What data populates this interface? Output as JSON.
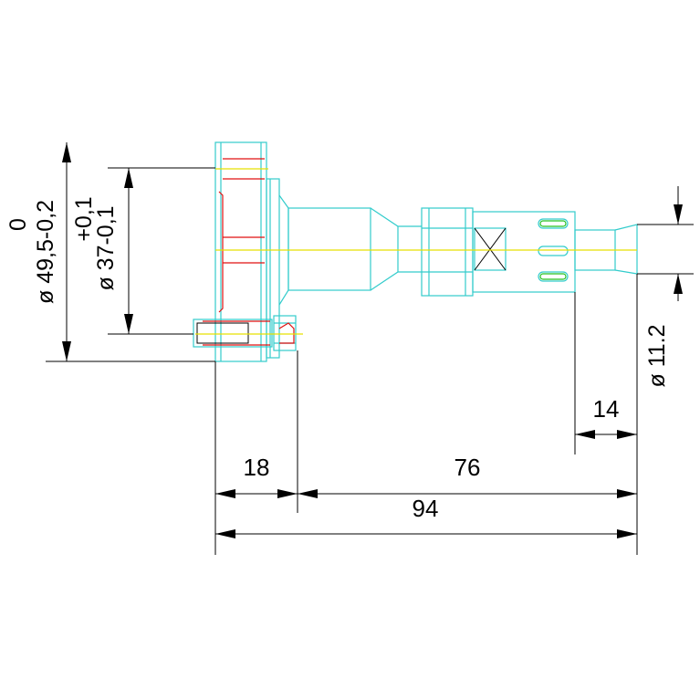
{
  "dimensions": {
    "flange_length": "18",
    "body_length": "76",
    "overall_length": "94",
    "tip_length": "14",
    "tip_diameter": "ø 11.2",
    "bore_diameter": "ø 37-0,1",
    "bore_tolerance_upper": "+0,1",
    "flange_diameter": "ø 49,5-0,2",
    "flange_tolerance_upper": "0"
  },
  "colors": {
    "outline": "#33cccc",
    "section": "#e01010",
    "centerline": "#e8e000",
    "detail": "#20c020",
    "dimension": "#000000"
  }
}
